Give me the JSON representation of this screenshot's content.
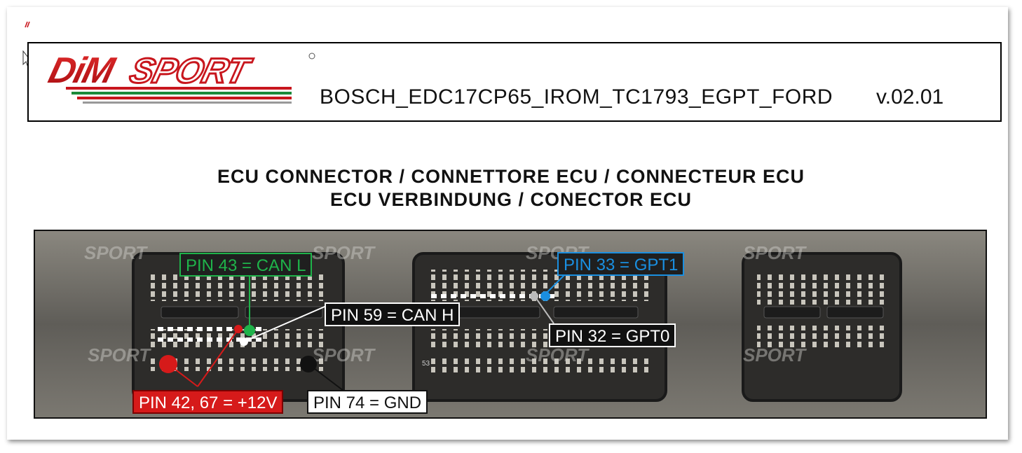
{
  "document": {
    "title": "BOSCH_EDC17CP65_IROM_TC1793_EGPT_FORD",
    "version": "v.02.01",
    "logo_text": "DIMSPORT",
    "headings": [
      "ECU CONNECTOR / CONNETTORE ECU / CONNECTEUR ECU",
      "ECU VERBINDUNG / CONECTOR ECU"
    ]
  },
  "watermark": "SPORT",
  "connector_number": "53",
  "pins": {
    "can_l": "PIN 43 = CAN L",
    "can_h": "PIN 59 = CAN H",
    "gpt1": "PIN 33 = GPT1",
    "gpt0": "PIN 32 = GPT0",
    "power": "PIN 42, 67 = +12V",
    "gnd": "PIN 74 = GND"
  },
  "colors": {
    "can_l": "#1fb34a",
    "gpt1": "#1a8fe0",
    "power": "#d61a1a",
    "logo_red": "#c8161d",
    "logo_green": "#1c8a3a"
  },
  "icons": [
    "cursor-icon",
    "corner-mark-icon"
  ]
}
